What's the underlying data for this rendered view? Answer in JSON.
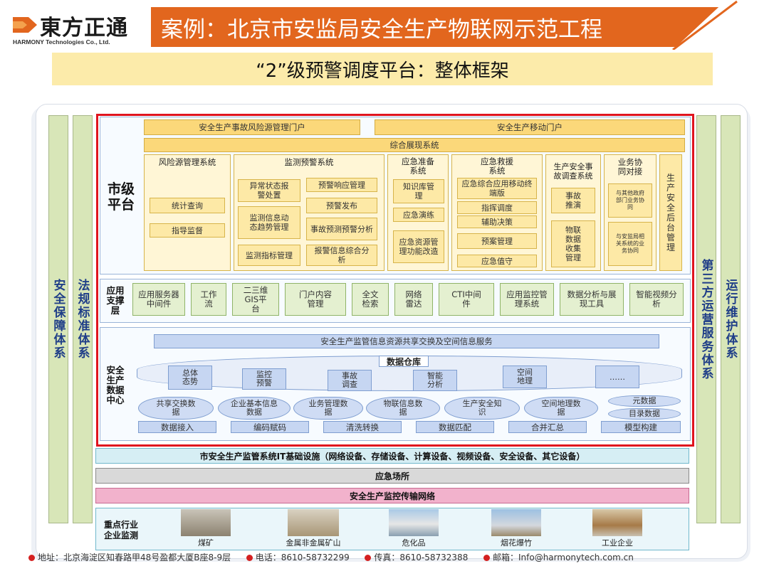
{
  "header": {
    "logo_cn": "東方正通",
    "logo_en": "HARMONY Technologies Co., Ltd.",
    "title": "案例：北京市安监局安全生产物联网示范工程",
    "subtitle": "“2”级预警调度平台：整体框架"
  },
  "colors": {
    "title_bar": "#e2661e",
    "subtitle_bar": "#fcebaa",
    "highlight_border": "#e0141e"
  },
  "side_columns": {
    "left_outer": "安全保障体系",
    "left_inner": "法规标准体系",
    "right_inner": "第三方运营服务体系",
    "right_outer": "运行维护体系"
  },
  "city_platform": {
    "label": "市级平台",
    "portal_risk": "安全生产事故风险源管理门户",
    "portal_mobile": "安全生产移动门户",
    "display_system": "综合展现系统",
    "risk_system": {
      "title": "风险源管理系统",
      "items": [
        "统计查询",
        "指导监督"
      ]
    },
    "monitor_system": {
      "title": "监测预警系统",
      "items": [
        "异常状态报警处置",
        "预警响应管理",
        "监测信息动态趋势管理",
        "预警发布",
        "事故预测预警分析",
        "监测指标管理",
        "报警信息综合分析"
      ]
    },
    "prep_system": {
      "title": "应急准备系统",
      "items": [
        "知识库管理",
        "应急演练",
        "应急资源管理功能改造"
      ]
    },
    "rescue_system": {
      "title": "应急救援系统",
      "items": [
        "应急综合应用移动终端版",
        "指挥调度",
        "辅助决策",
        "预案管理",
        "应急值守"
      ]
    },
    "investigation_system": {
      "title": "生产安全事故调查系统",
      "items": [
        "事故推演",
        "物联数据收集管理"
      ]
    },
    "coop_system": {
      "title": "业务协同对接",
      "items": [
        "与其他政府部门业务协同",
        "与安监局相关系统的业务协同"
      ]
    },
    "backend": "生产安全后台管理"
  },
  "support_layer": {
    "label": "应用支撑层",
    "items": [
      "应用服务器中间件",
      "工作流",
      "二三维GIS平台",
      "门户内容管理",
      "全文检索",
      "网络雷达",
      "CTI中间件",
      "应用监控管理系统",
      "数据分析与展现工具",
      "智能视频分析"
    ]
  },
  "data_center": {
    "label": "安全生产数据中心",
    "share_service": "安全生产监管信息资源共享交换及空间信息服务",
    "warehouse_title": "数据仓库",
    "warehouse_items": [
      "总体态势",
      "监控预警",
      "事故调查",
      "智能分析",
      "空间地理",
      "……"
    ],
    "data_items": [
      "共享交换数据",
      "企业基本信息数据",
      "业务管理数据",
      "物联信息数据",
      "生产安全知识",
      "空间地理数据",
      "元数据",
      "目录数据"
    ],
    "process_items": [
      "数据接入",
      "编码赋码",
      "清洗转换",
      "数据匹配",
      "合并汇总",
      "模型构建"
    ]
  },
  "infra": "市安全生产监管系统IT基础设施（网络设备、存储设备、计算设备、视频设备、安全设备、其它设备）",
  "emergency_site": "应急场所",
  "transmission": "安全生产监控传输网络",
  "industry": {
    "label": "重点行业企业监测",
    "items": [
      "煤矿",
      "金属非金属矿山",
      "危化品",
      "烟花爆竹",
      "工业企业"
    ]
  },
  "footer": {
    "address": "地址：北京海淀区知春路甲48号盈都大厦B座8-9层",
    "phone": "电话：8610-58732299",
    "fax": "传真：8610-58732388",
    "email": "邮箱：Info@harmonytech.com.cn"
  }
}
